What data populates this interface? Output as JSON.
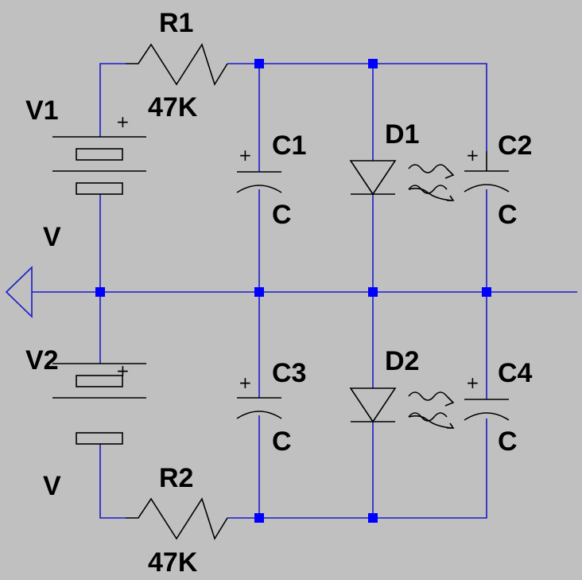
{
  "colors": {
    "background": "#c0c0c0",
    "wire": "#1a1acc",
    "component": "#000000",
    "junction": "#0000ff"
  },
  "components": {
    "v1": {
      "name": "V1",
      "value": "V",
      "plus": "+"
    },
    "v2": {
      "name": "V2",
      "value": "V",
      "plus": "+"
    },
    "r1": {
      "name": "R1",
      "value": "47K"
    },
    "r2": {
      "name": "R2",
      "value": "47K"
    },
    "c1": {
      "name": "C1",
      "value": "C",
      "plus": "+"
    },
    "c2": {
      "name": "C2",
      "value": "C",
      "plus": "+"
    },
    "c3": {
      "name": "C3",
      "value": "C",
      "plus": "+"
    },
    "c4": {
      "name": "C4",
      "value": "C",
      "plus": "+"
    },
    "d1": {
      "name": "D1"
    },
    "d2": {
      "name": "D2"
    }
  }
}
